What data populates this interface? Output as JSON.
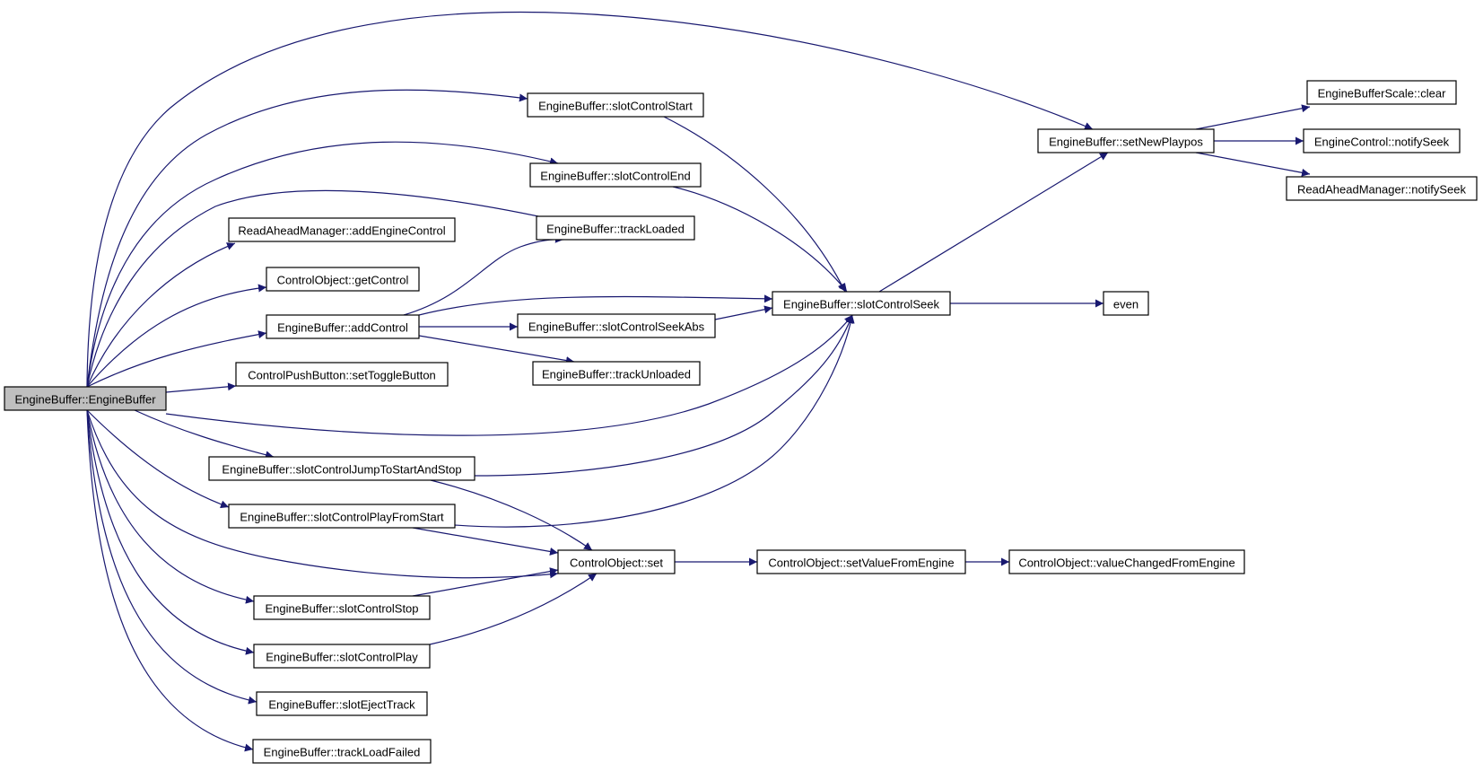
{
  "colors": {
    "edge": "#191970",
    "node_border": "#000000",
    "node_fill": "#ffffff",
    "root_fill": "#bfbfbf"
  },
  "nodes": [
    {
      "id": "root",
      "label": "EngineBuffer::EngineBuffer",
      "root": true
    },
    {
      "id": "slotControlStart",
      "label": "EngineBuffer::slotControlStart"
    },
    {
      "id": "slotControlEnd",
      "label": "EngineBuffer::slotControlEnd"
    },
    {
      "id": "addEngineControl",
      "label": "ReadAheadManager::addEngineControl"
    },
    {
      "id": "trackLoaded",
      "label": "EngineBuffer::trackLoaded"
    },
    {
      "id": "getControl",
      "label": "ControlObject::getControl"
    },
    {
      "id": "addControl",
      "label": "EngineBuffer::addControl"
    },
    {
      "id": "slotControlSeekAbs",
      "label": "EngineBuffer::slotControlSeekAbs"
    },
    {
      "id": "slotControlSeek",
      "label": "EngineBuffer::slotControlSeek"
    },
    {
      "id": "even",
      "label": "even"
    },
    {
      "id": "setToggleButton",
      "label": "ControlPushButton::setToggleButton"
    },
    {
      "id": "trackUnloaded",
      "label": "EngineBuffer::trackUnloaded"
    },
    {
      "id": "setNewPlaypos",
      "label": "EngineBuffer::setNewPlaypos"
    },
    {
      "id": "clear",
      "label": "EngineBufferScale::clear"
    },
    {
      "id": "ecNotifySeek",
      "label": "EngineControl::notifySeek"
    },
    {
      "id": "ramNotifySeek",
      "label": "ReadAheadManager::notifySeek"
    },
    {
      "id": "slotControlJumpToStartAndStop",
      "label": "EngineBuffer::slotControlJumpToStartAndStop"
    },
    {
      "id": "slotControlPlayFromStart",
      "label": "EngineBuffer::slotControlPlayFromStart"
    },
    {
      "id": "coSet",
      "label": "ControlObject::set"
    },
    {
      "id": "setValueFromEngine",
      "label": "ControlObject::setValueFromEngine"
    },
    {
      "id": "valueChangedFromEngine",
      "label": "ControlObject::valueChangedFromEngine"
    },
    {
      "id": "slotControlStop",
      "label": "EngineBuffer::slotControlStop"
    },
    {
      "id": "slotControlPlay",
      "label": "EngineBuffer::slotControlPlay"
    },
    {
      "id": "slotEjectTrack",
      "label": "EngineBuffer::slotEjectTrack"
    },
    {
      "id": "trackLoadFailed",
      "label": "EngineBuffer::trackLoadFailed"
    }
  ],
  "edges": [
    [
      "root",
      "setNewPlaypos"
    ],
    [
      "root",
      "slotControlStart"
    ],
    [
      "root",
      "slotControlEnd"
    ],
    [
      "root",
      "trackLoaded"
    ],
    [
      "root",
      "addEngineControl"
    ],
    [
      "root",
      "getControl"
    ],
    [
      "root",
      "addControl"
    ],
    [
      "root",
      "setToggleButton"
    ],
    [
      "root",
      "slotControlSeek"
    ],
    [
      "root",
      "slotControlJumpToStartAndStop"
    ],
    [
      "root",
      "slotControlPlayFromStart"
    ],
    [
      "root",
      "coSet"
    ],
    [
      "root",
      "slotControlStop"
    ],
    [
      "root",
      "slotControlPlay"
    ],
    [
      "root",
      "slotEjectTrack"
    ],
    [
      "root",
      "trackLoadFailed"
    ],
    [
      "slotControlStart",
      "slotControlSeek"
    ],
    [
      "slotControlEnd",
      "slotControlSeek"
    ],
    [
      "addControl",
      "trackLoaded"
    ],
    [
      "addControl",
      "slotControlSeek"
    ],
    [
      "addControl",
      "slotControlSeekAbs"
    ],
    [
      "addControl",
      "trackUnloaded"
    ],
    [
      "slotControlSeekAbs",
      "slotControlSeek"
    ],
    [
      "slotControlSeek",
      "setNewPlaypos"
    ],
    [
      "slotControlSeek",
      "even"
    ],
    [
      "setNewPlaypos",
      "clear"
    ],
    [
      "setNewPlaypos",
      "ecNotifySeek"
    ],
    [
      "setNewPlaypos",
      "ramNotifySeek"
    ],
    [
      "slotControlJumpToStartAndStop",
      "slotControlSeek"
    ],
    [
      "slotControlJumpToStartAndStop",
      "coSet"
    ],
    [
      "slotControlPlayFromStart",
      "slotControlSeek"
    ],
    [
      "slotControlPlayFromStart",
      "coSet"
    ],
    [
      "slotControlStop",
      "coSet"
    ],
    [
      "slotControlPlay",
      "coSet"
    ],
    [
      "coSet",
      "setValueFromEngine"
    ],
    [
      "setValueFromEngine",
      "valueChangedFromEngine"
    ]
  ]
}
